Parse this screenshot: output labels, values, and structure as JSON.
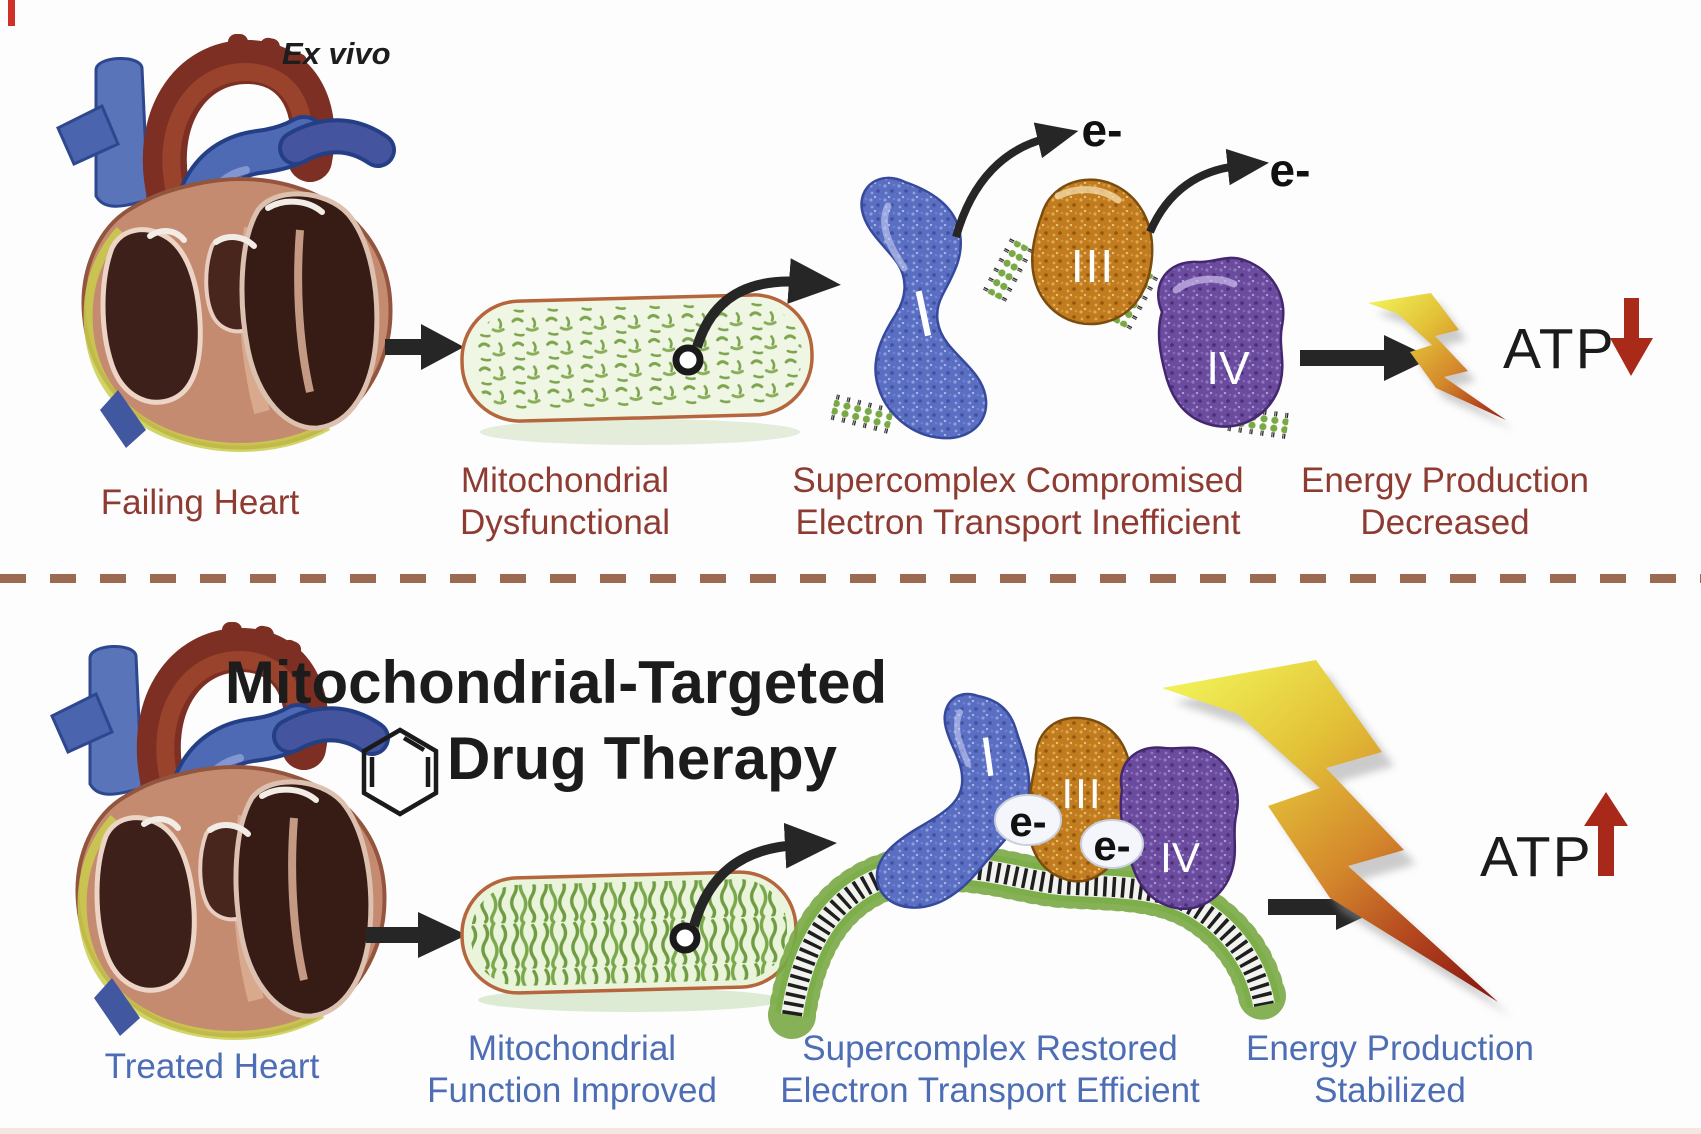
{
  "top": {
    "ex_vivo": "Ex vivo",
    "captions": {
      "heart": "Failing Heart",
      "mito": [
        "Mitochondrial",
        "Dysfunctional"
      ],
      "supercomplex": [
        "Supercomplex Compromised",
        "Electron Transport Inefficient"
      ],
      "energy": [
        "Energy Production",
        "Decreased"
      ]
    },
    "atp": "ATP",
    "complexes": {
      "i": "I",
      "iii": "III",
      "iv": "IV"
    },
    "electrons": [
      "e-",
      "e-"
    ]
  },
  "bottom": {
    "heading": [
      "Mitochondrial-Targeted",
      "Drug Therapy"
    ],
    "captions": {
      "heart": "Treated Heart",
      "mito": [
        "Mitochondrial",
        "Function Improved"
      ],
      "supercomplex": [
        "Supercomplex Restored",
        "Electron Transport Efficient"
      ],
      "energy": [
        "Energy Production",
        "Stabilized"
      ]
    },
    "atp": "ATP",
    "complexes": {
      "i": "I",
      "iii": "III",
      "iv": "IV"
    },
    "electrons": [
      "e-",
      "e-"
    ]
  },
  "colors": {
    "top_caption": "#8e3b32",
    "bottom_caption": "#4d6db5",
    "heading": "#1c1c1c",
    "complex_i_blue": "#5a6ec2",
    "complex_iii_orange": "#c07c1e",
    "complex_iv_purple": "#6a4b9e",
    "membrane_green": "#7cae4a",
    "bolt_yellow": "#f0ef56",
    "bolt_red": "#8e1f12",
    "atp_arrow_red": "#aa2a1a",
    "divider_dash": "#9c6a50"
  }
}
